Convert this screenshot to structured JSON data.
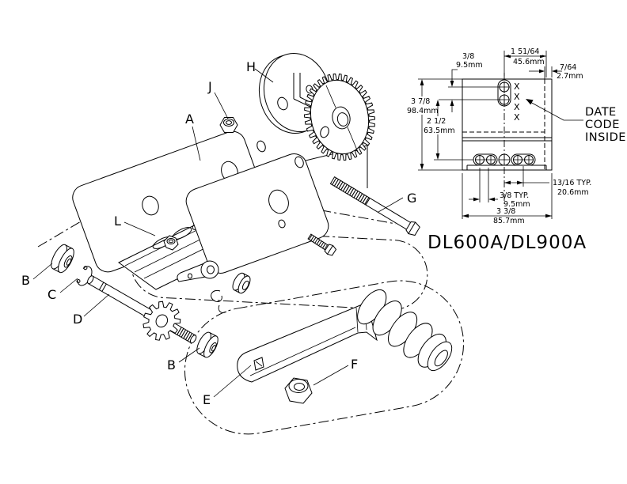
{
  "drawing": {
    "title": "DL600A/DL900A",
    "note": {
      "line1": "DATE",
      "line2": "CODE",
      "line3": "INSIDE"
    },
    "marks": {
      "m0": "X",
      "m1": "X",
      "m2": "X",
      "m3": "X"
    },
    "dimensions": {
      "top_width": {
        "in": "1 51/64",
        "mm": "45.6mm"
      },
      "flange": {
        "in": "7/64",
        "mm": "2.7mm"
      },
      "slot_spacing": {
        "in": "3/8",
        "mm": "9.5mm"
      },
      "height": {
        "in": "3 7/8",
        "mm": "98.4mm"
      },
      "hole_height": {
        "in": "2 1/2",
        "mm": "63.5mm"
      },
      "bottom_center": {
        "in": "13/16 TYP.",
        "mm": "20.6mm"
      },
      "bottom_slot": {
        "in": "3/8 TYP.",
        "mm": "9.5mm"
      },
      "bottom_width": {
        "in": "3 3/8",
        "mm": "85.7mm"
      }
    }
  },
  "callouts": {
    "a": "A",
    "b_upper": "B",
    "b_lower": "B",
    "c": "C",
    "d": "D",
    "e": "E",
    "f": "F",
    "g": "G",
    "h": "H",
    "j": "J",
    "l": "L"
  },
  "colors": {
    "ink": "#000000",
    "paper": "#ffffff"
  }
}
